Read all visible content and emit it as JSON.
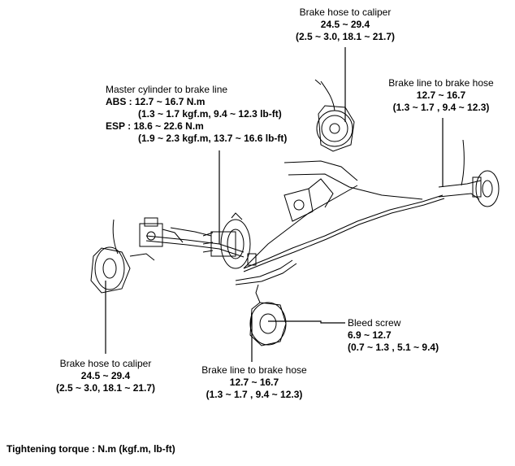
{
  "callouts": {
    "top_caliper": {
      "title": "Brake hose to caliper",
      "value": "24.5 ~ 29.4",
      "detail": "(2.5 ~ 3.0, 18.1 ~ 21.7)"
    },
    "master_cylinder": {
      "title": "Master cylinder to brake line",
      "abs_line": "ABS : 12.7 ~ 16.7 N.m",
      "abs_detail": "(1.3 ~ 1.7 kgf.m, 9.4 ~ 12.3 lb-ft)",
      "esp_line": "ESP : 18.6 ~ 22.6 N.m",
      "esp_detail": "(1.9 ~ 2.3 kgf.m, 13.7 ~ 16.6 lb-ft)"
    },
    "rear_line_hose": {
      "title": "Brake line to brake hose",
      "value": "12.7 ~ 16.7",
      "detail": "(1.3 ~ 1.7 , 9.4 ~ 12.3)"
    },
    "bleed_screw": {
      "title": "Bleed screw",
      "value": "6.9 ~ 12.7",
      "detail": "(0.7 ~ 1.3 , 5.1 ~ 9.4)"
    },
    "front_caliper": {
      "title": "Brake hose to caliper",
      "value": "24.5 ~ 29.4",
      "detail": "(2.5 ~ 3.0, 18.1 ~ 21.7)"
    },
    "front_line_hose": {
      "title": "Brake line to brake hose",
      "value": "12.7 ~ 16.7",
      "detail": "(1.3 ~ 1.7 , 9.4 ~ 12.3)"
    }
  },
  "footer": {
    "text": "Tightening torque : N.m (kgf.m, lb-ft)"
  }
}
